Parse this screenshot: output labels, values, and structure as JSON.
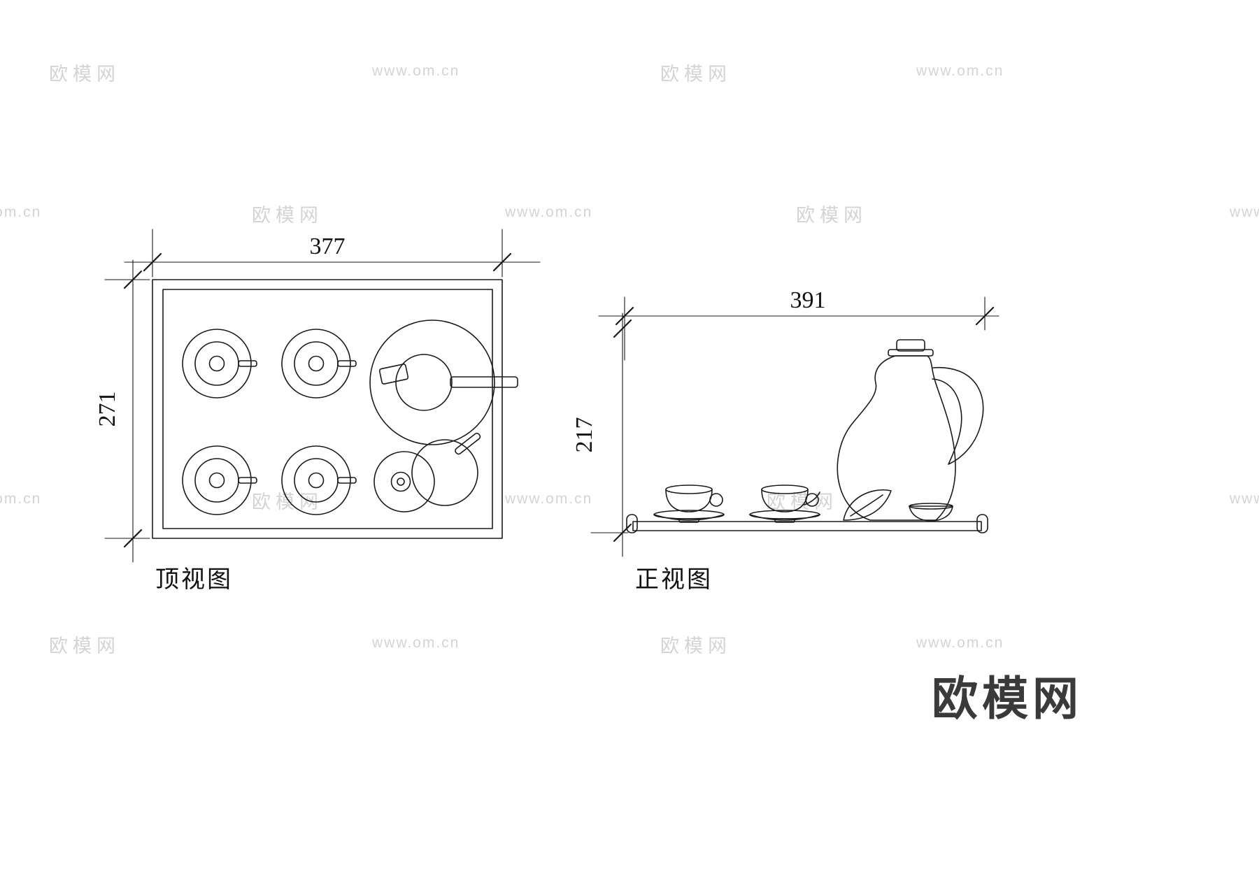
{
  "drawing": {
    "top_view": {
      "label": "顶视图",
      "width": "377",
      "height": "271"
    },
    "front_view": {
      "label": "正视图",
      "width": "391",
      "height": "217"
    }
  },
  "watermark": {
    "brand": "欧模网",
    "url": "www.om.cn"
  },
  "logo": {
    "text": "欧模网"
  },
  "colors": {
    "line": "#1a1a1a",
    "watermark": "#d4d4d4",
    "logo": "#3a3a3a",
    "background": "#ffffff"
  }
}
